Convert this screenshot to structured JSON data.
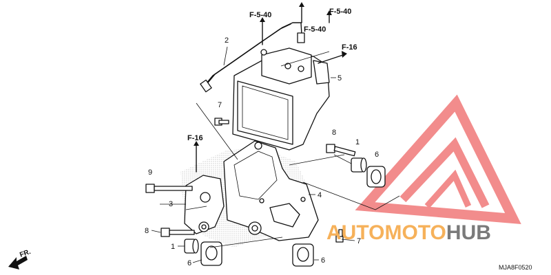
{
  "labels": {
    "ref_f540_a": "F-5-40",
    "ref_f540_b": "F-5-40",
    "ref_f540_c": "F-5-40",
    "ref_f16_a": "F-16",
    "ref_f16_b": "F-16",
    "part_1a": "1",
    "part_1b": "1",
    "part_2": "2",
    "part_3": "3",
    "part_4": "4",
    "part_5": "5",
    "part_6a": "6",
    "part_6b": "6",
    "part_6c": "6",
    "part_7a": "7",
    "part_7b": "7",
    "part_8a": "8",
    "part_8b": "8",
    "part_9": "9",
    "fr": "FR.",
    "diagram_code": "MJA8F0520"
  },
  "watermark": {
    "auto": "AUTO",
    "moto": "MOTO",
    "hub": "HUB"
  },
  "colors": {
    "watermark_red": "#f07878",
    "watermark_orange": "#f6b15a",
    "watermark_grey": "#7a7a7a",
    "ink": "#111111"
  }
}
